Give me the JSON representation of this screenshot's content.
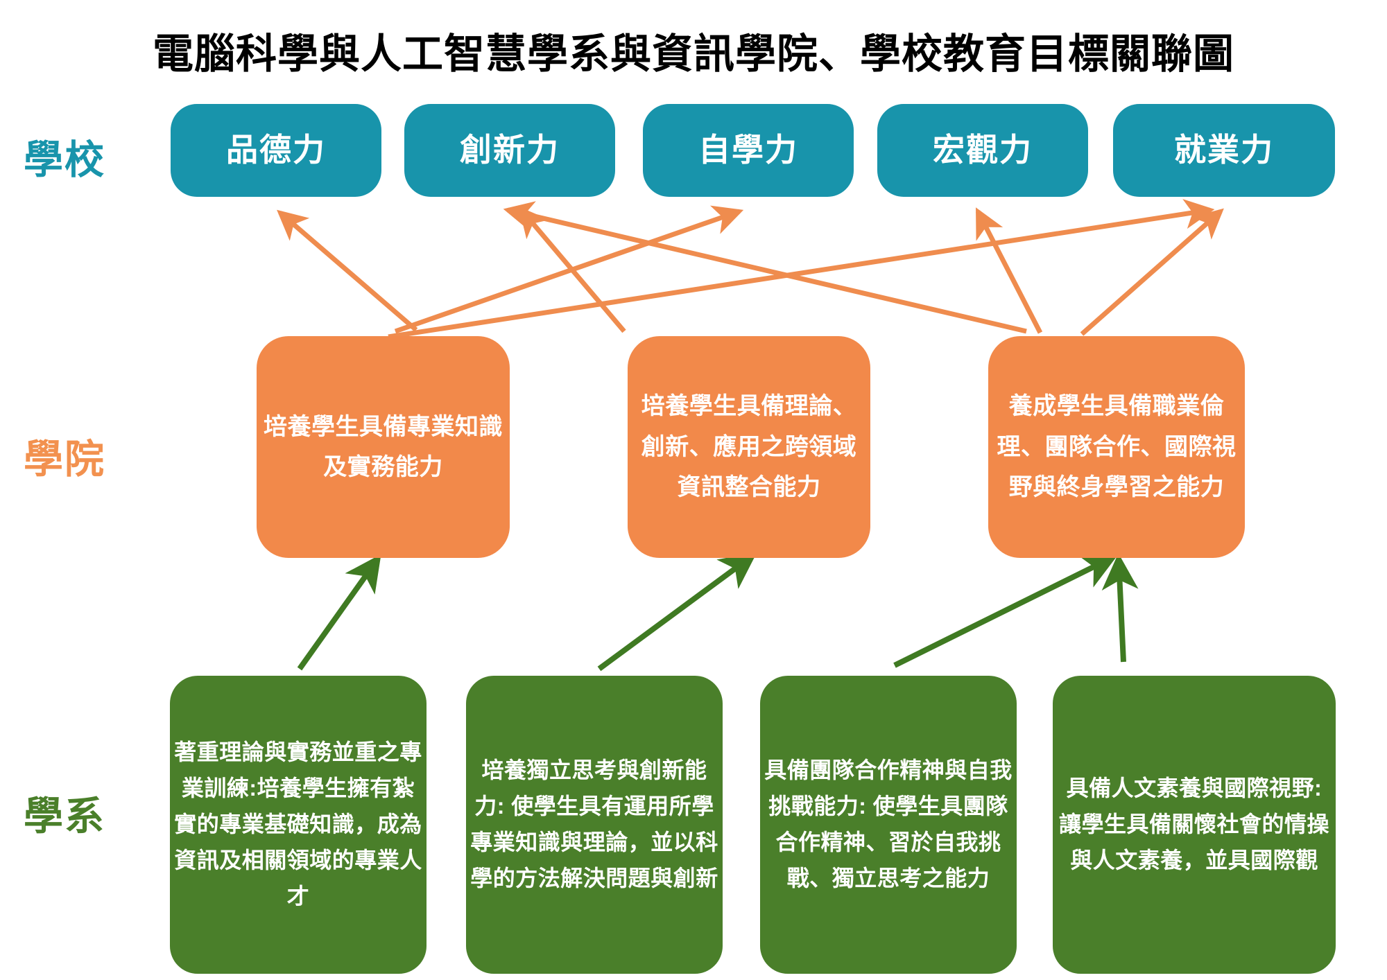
{
  "title": "電腦科學與人工智慧學系與資訊學院、學校教育目標關聯圖",
  "colors": {
    "school": "#1894ab",
    "college": "#f2894a",
    "department": "#4a7f2a",
    "title": "#000000",
    "background": "#ffffff"
  },
  "row_labels": {
    "school": "學校",
    "college": "學院",
    "department": "學系"
  },
  "school_goals": [
    {
      "id": "s1",
      "label": "品德力"
    },
    {
      "id": "s2",
      "label": "創新力"
    },
    {
      "id": "s3",
      "label": "自學力"
    },
    {
      "id": "s4",
      "label": "宏觀力"
    },
    {
      "id": "s5",
      "label": "就業力"
    }
  ],
  "college_goals": [
    {
      "id": "c1",
      "label": "培養學生具備專業知識及實務能力"
    },
    {
      "id": "c2",
      "label": "培養學生具備理論、創新、應用之跨領域資訊整合能力"
    },
    {
      "id": "c3",
      "label": "養成學生具備職業倫理、團隊合作、國際視野與終身學習之能力"
    }
  ],
  "department_goals": [
    {
      "id": "d1",
      "label": "著重理論與實務並重之專業訓練:培養學生擁有紮實的專業基礎知識，成為資訊及相關領域的專業人才"
    },
    {
      "id": "d2",
      "label": "培養獨立思考與創新能力: 使學生具有運用所學專業知識與理論，並以科學的方法解決問題與創新"
    },
    {
      "id": "d3",
      "label": "具備團隊合作精神與自我挑戰能力: 使學生具團隊合作精神、習於自我挑戰、獨立思考之能力"
    },
    {
      "id": "d4",
      "label": "具備人文素養與國際視野: 讓學生具備關懷社會的情操與人文素養，並具國際觀"
    }
  ],
  "connections": {
    "college_to_school": [
      {
        "from": "c1",
        "to": "s1"
      },
      {
        "from": "c1",
        "to": "s3"
      },
      {
        "from": "c1",
        "to": "s5"
      },
      {
        "from": "c2",
        "to": "s2"
      },
      {
        "from": "c3",
        "to": "s2"
      },
      {
        "from": "c3",
        "to": "s4"
      },
      {
        "from": "c3",
        "to": "s5"
      }
    ],
    "department_to_college": [
      {
        "from": "d1",
        "to": "c1"
      },
      {
        "from": "d2",
        "to": "c2"
      },
      {
        "from": "d3",
        "to": "c3"
      },
      {
        "from": "d4",
        "to": "c3"
      }
    ]
  }
}
